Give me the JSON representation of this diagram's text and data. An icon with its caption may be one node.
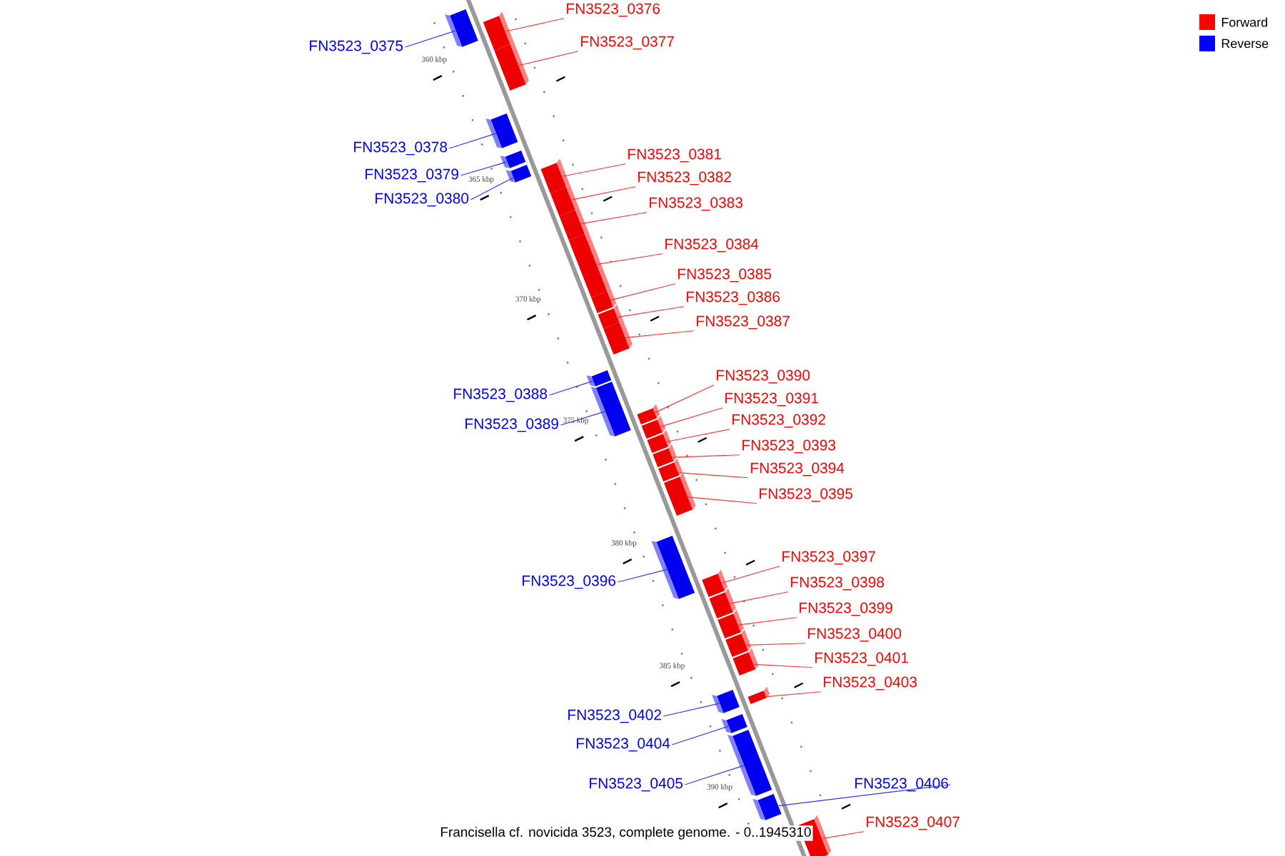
{
  "diagram": {
    "caption": "Francisella cf. novicida 3523, complete genome. - 0..1945310",
    "nodes": [
      {
        "text": [
          "FN3523_0375"
        ]
      },
      {
        "text": [],
        "shape": "box"
      },
      {
        "text": [
          "FN3523_0376"
        ]
      },
      {
        "text": [],
        "shape": "box"
      },
      {
        "text": [
          "FN3523_0377"
        ]
      },
      {
        "text": [],
        "shape": "box"
      },
      {
        "text": [
          "FN3523_0378"
        ]
      },
      {
        "text": [],
        "shape": "box"
      },
      {
        "text": [
          "FN3523_0379"
        ]
      },
      {
        "text": [],
        "shape": "box"
      },
      {
        "text": [
          "FN3523_0380"
        ]
      },
      {
        "text": [],
        "shape": "box"
      },
      {
        "text": [
          "FN3523_0381"
        ]
      },
      {
        "text": [],
        "shape": "box"
      },
      {
        "text": [
          "FN3523_0382"
        ]
      },
      {
        "text": [],
        "shape": "box"
      },
      {
        "text": [
          "FN3523_0383"
        ]
      },
      {
        "text": [],
        "shape": "box"
      },
      {
        "text": [
          "FN3523_0384"
        ]
      },
      {
        "text": [],
        "shape": "box"
      },
      {
        "text": [
          "FN3523_0385"
        ]
      },
      {
        "text": [],
        "shape": "box"
      },
      {
        "text": [
          "FN3523_0386"
        ]
      },
      {
        "text": [],
        "shape": "box"
      },
      {
        "text": [
          "FN3523_0387"
        ]
      },
      {
        "text": [],
        "shape": "box"
      },
      {
        "text": [
          "FN3523_0388"
        ]
      },
      {
        "text": [],
        "shape": "box"
      },
      {
        "text": [
          "FN3523_0389"
        ]
      },
      {
        "text": [],
        "shape": "box"
      },
      {
        "text": [
          "FN3523_0390"
        ]
      },
      {
        "text": [],
        "shape": "box"
      },
      {
        "text": [
          "FN3523_0391"
        ]
      },
      {
        "text": [],
        "shape": "box"
      },
      {
        "text": [
          "FN3523_0392"
        ]
      },
      {
        "text": [],
        "shape": "box"
      },
      {
        "text": [
          "FN3523_0393"
        ]
      },
      {
        "text": [],
        "shape": "box"
      },
      {
        "text": [
          "FN3523_0394"
        ]
      },
      {
        "text": [],
        "shape": "box"
      },
      {
        "text": [
          "FN3523_0395"
        ]
      },
      {
        "text": [],
        "shape": "box"
      },
      {
        "text": [
          "FN3523_0396"
        ]
      },
      {
        "text": [],
        "shape": "box"
      },
      {
        "text": [
          "FN3523_0397"
        ]
      },
      {
        "text": [],
        "shape": "box"
      },
      {
        "text": [
          "FN3523_0398"
        ]
      },
      {
        "text": [],
        "shape": "box"
      },
      {
        "text": [
          "FN3523_0399"
        ]
      },
      {
        "text": [],
        "shape": "box"
      },
      {
        "text": [
          "FN3523_0400"
        ]
      },
      {
        "text": [],
        "shape": "box"
      },
      {
        "text": [
          "FN3523_0401"
        ]
      },
      {
        "text": [],
        "shape": "box"
      },
      {
        "text": [
          "FN3523_0402"
        ]
      },
      {
        "text": [],
        "shape": "box"
      },
      {
        "text": [
          "FN3523_0403"
        ]
      },
      {
        "text": [],
        "shape": "box"
      },
      {
        "text": [
          "FN3523_0404"
        ]
      },
      {
        "text": [],
        "shape": "box"
      },
      {
        "text": [
          "FN3523_0405"
        ]
      },
      {
        "text": [],
        "shape": "box"
      },
      {
        "text": [
          "FN3523_0406"
        ]
      },
      {
        "text": [],
        "shape": "box"
      },
      {
        "text": [
          "FN3523_0407"
        ]
      },
      {
        "text": [],
        "shape": "box"
      }
    ],
    "edges": [
      {
        "from": 0,
        "to": 1,
        "arrow": "none",
        "color": "#3333ff"
      },
      {
        "from": 2,
        "to": 3,
        "arrow": "none"
      },
      {
        "from": 4,
        "to": 5,
        "arrow": "none"
      },
      {
        "from": 6,
        "to": 7,
        "arrow": "none",
        "color": "#3333ff"
      },
      {
        "from": 8,
        "to": 9,
        "arrow": "none",
        "color": "#3333ff"
      },
      {
        "from": 10,
        "to": 11,
        "arrow": "none",
        "color": "#3333ff"
      },
      {
        "from": 12,
        "to": 13,
        "arrow": "none"
      },
      {
        "from": 14,
        "to": 15,
        "arrow": "none"
      },
      {
        "from": 16,
        "to": 17,
        "arrow": "none"
      },
      {
        "from": 18,
        "to": 19,
        "arrow": "none"
      },
      {
        "from": 20,
        "to": 21,
        "arrow": "none"
      },
      {
        "from": 22,
        "to": 23,
        "arrow": "none"
      },
      {
        "from": 24,
        "to": 25,
        "arrow": "none"
      },
      {
        "from": 26,
        "to": 27,
        "arrow": "none",
        "color": "#3333ff"
      },
      {
        "from": 28,
        "to": 29,
        "arrow": "none",
        "color": "#3333ff"
      },
      {
        "from": 30,
        "to": 31,
        "arrow": "none"
      },
      {
        "from": 32,
        "to": 33,
        "arrow": "none"
      },
      {
        "from": 34,
        "to": 35,
        "arrow": "none"
      },
      {
        "from": 36,
        "to": 37,
        "arrow": "none"
      },
      {
        "from": 38,
        "to": 39,
        "arrow": "none"
      },
      {
        "from": 40,
        "to": 41,
        "arrow": "none"
      },
      {
        "from": 42,
        "to": 43,
        "arrow": "none",
        "color": "#3333ff"
      },
      {
        "from": 44,
        "to": 45,
        "arrow": "none"
      },
      {
        "from": 46,
        "to": 47,
        "arrow": "none"
      },
      {
        "from": 48,
        "to": 49,
        "arrow": "none"
      },
      {
        "from": 50,
        "to": 51,
        "arrow": "none"
      },
      {
        "from": 52,
        "to": 53,
        "arrow": "none"
      },
      {
        "from": 54,
        "to": 55,
        "arrow": "none",
        "color": "#3333ff"
      },
      {
        "from": 56,
        "to": 57,
        "arrow": "none"
      },
      {
        "from": 58,
        "to": 59,
        "arrow": "none",
        "color": "#3333ff"
      },
      {
        "from": 60,
        "to": 61,
        "arrow": "none",
        "color": "#3333ff"
      },
      {
        "from": 62,
        "to": 63,
        "arrow": "none",
        "color": "#3333ff"
      },
      {
        "from": 64,
        "to": 65,
        "arrow": "none"
      }
    ],
    "labels": [
      "360 kbp",
      "365 kbp",
      "370 kbp",
      "375 kbp",
      "380 kbp",
      "385 kbp",
      "390 kbp"
    ],
    "legend": [
      {
        "text": "Forward",
        "color": "#ff0000"
      },
      {
        "text": "Reverse",
        "color": "#0000ff"
      }
    ]
  }
}
